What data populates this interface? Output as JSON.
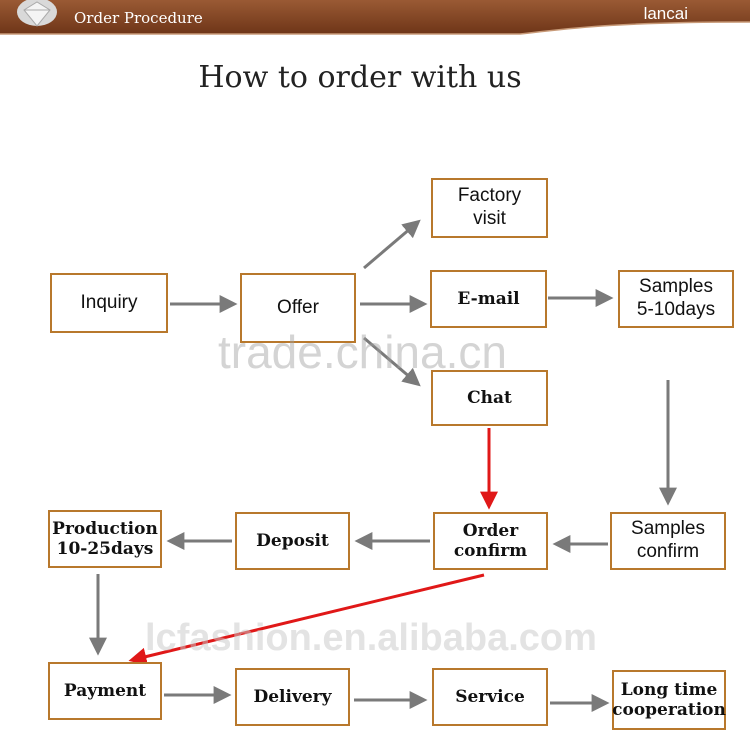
{
  "banner": {
    "title": "Order Procedure",
    "brand": "lancai"
  },
  "page_title": "How to order with us",
  "watermarks": {
    "primary": "trade.china.cn",
    "secondary": "lcfashion.en.alibaba.com"
  },
  "steps": {
    "inquiry": "Inquiry",
    "offer": "Offer",
    "factory_visit": "Factory\nvisit",
    "email": "E-mail",
    "chat": "Chat",
    "samples": "Samples\n5-10days",
    "samples_confirm": "Samples\nconfirm",
    "order_confirm": "Order\nconfirm",
    "deposit": "Deposit",
    "production": "Production\n10-25days",
    "payment": "Payment",
    "delivery": "Delivery",
    "service": "Service",
    "long_time_cooperation": "Long time\ncooperation"
  },
  "colors": {
    "box_border": "#b8782c",
    "arrow": "#7a7a7a",
    "highlight_arrow": "#e01818",
    "banner": "#8a4a28"
  }
}
